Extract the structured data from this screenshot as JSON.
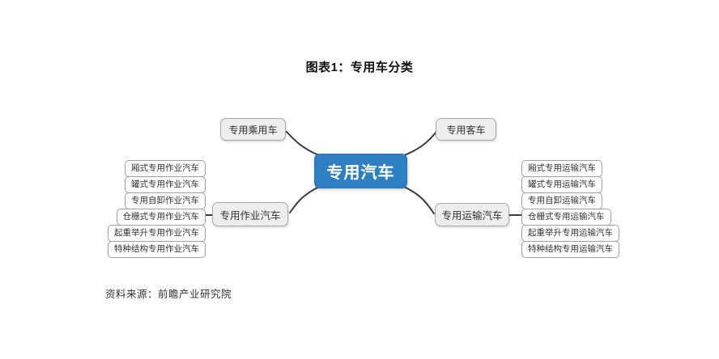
{
  "title": "图表1：专用车分类",
  "footer": "资料来源：前瞻产业研究院",
  "diagram": {
    "root": "专用汽车",
    "top_left": "专用乘用车",
    "top_right": "专用客车",
    "left_branch": {
      "label": "专用作业汽车",
      "children": [
        "厢式专用作业汽车",
        "罐式专用作业汽车",
        "专用自卸作业汽车",
        "仓栅式专用作业汽车",
        "起重举升专用作业汽车",
        "特种结构专用作业汽车"
      ]
    },
    "right_branch": {
      "label": "专用运输汽车",
      "children": [
        "厢式专用运输汽车",
        "罐式专用运输汽车",
        "专用自卸运输汽车",
        "仓栅式专用运输汽车",
        "起重举升专用运输汽车",
        "特种结构专用运输汽车"
      ]
    },
    "colors": {
      "root_fill": "#2E80C3",
      "root_text": "#FFFFFF",
      "node_fill": "#EDEDED",
      "node_border": "#A8A8A8",
      "leaf_fill": "#FFFFFF",
      "leaf_border": "#9F9F9F",
      "connector": "#3B3B3B"
    }
  }
}
